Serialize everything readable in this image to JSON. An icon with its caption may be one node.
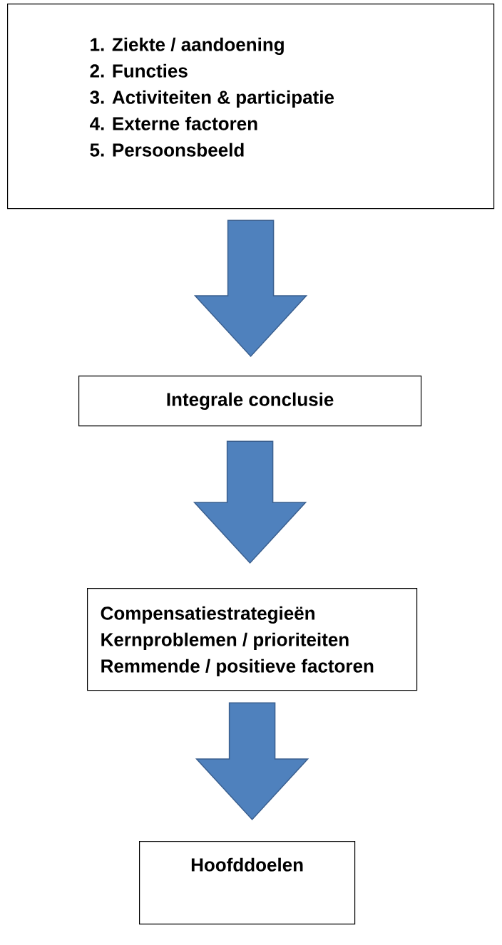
{
  "diagram": {
    "nodes": [
      {
        "text": [
          "1. Ziekte / aandoening",
          "2. Functies",
          "3. Activiteiten & participatie",
          "4. Externe factoren",
          "5. Persoonsbeeld"
        ]
      },
      {
        "text": [
          "Integrale conclusie"
        ]
      },
      {
        "text": [
          "Compensatiestrategieën",
          "Kernproblemen / prioriteiten",
          "Remmende / positieve factoren"
        ]
      },
      {
        "text": [
          "Hoofddoelen"
        ]
      }
    ],
    "edges": [
      {
        "from": 0,
        "to": 1,
        "arrow": "to"
      },
      {
        "from": 1,
        "to": 2,
        "arrow": "to"
      },
      {
        "from": 2,
        "to": 3,
        "arrow": "to"
      }
    ]
  }
}
